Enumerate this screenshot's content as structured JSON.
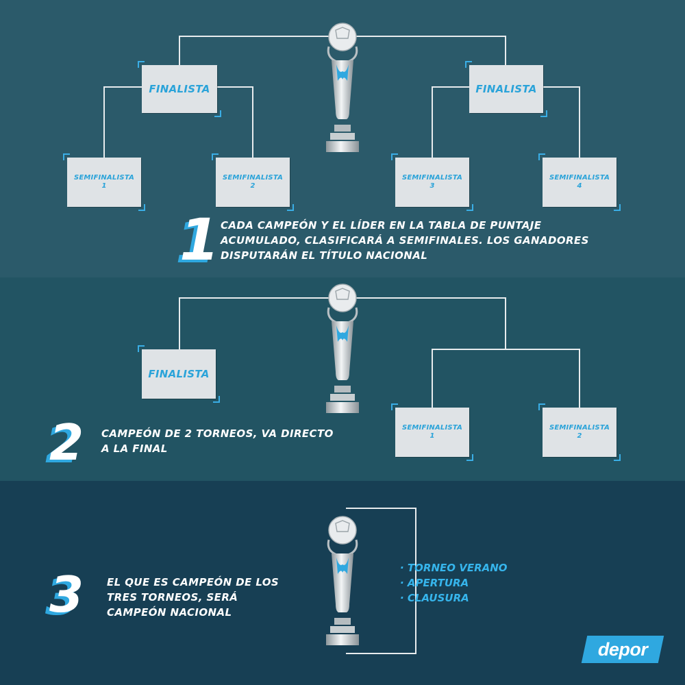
{
  "colors": {
    "bg_top": "#2b5a6a",
    "bg_middle": "#225463",
    "bg_bottom": "#173f54",
    "accent": "#2fa8e0",
    "box": "#dfe3e6",
    "line": "#e8ecee"
  },
  "section1": {
    "finalist_left": "FINALISTA",
    "finalist_right": "FINALISTA",
    "semis": [
      {
        "label": "SEMIFINALISTA",
        "number": "1"
      },
      {
        "label": "SEMIFINALISTA",
        "number": "2"
      },
      {
        "label": "SEMIFINALISTA",
        "number": "3"
      },
      {
        "label": "SEMIFINALISTA",
        "number": "4"
      }
    ],
    "step_number": "1",
    "description": [
      "CADA CAMPEÓN Y EL LÍDER EN LA TABLA DE PUNTAJE",
      "ACUMULADO, CLASIFICARÁ A SEMIFINALES. LOS GANADORES",
      "DISPUTARÁN EL TÍTULO NACIONAL"
    ]
  },
  "section2": {
    "finalist": "FINALISTA",
    "semis": [
      {
        "label": "SEMIFINALISTA",
        "number": "1"
      },
      {
        "label": "SEMIFINALISTA",
        "number": "2"
      }
    ],
    "step_number": "2",
    "description": [
      "CAMPEÓN DE 2 TORNEOS, VA DIRECTO",
      "A LA FINAL"
    ]
  },
  "section3": {
    "step_number": "3",
    "description": [
      "EL QUE ES CAMPEÓN DE LOS",
      "TRES TORNEOS, SERÁ",
      "CAMPEÓN NACIONAL"
    ],
    "tournaments": [
      "· TORNEO VERANO",
      "· APERTURA",
      "· CLAUSURA"
    ]
  },
  "icons": {
    "trophy": "trophy-icon",
    "brand_mark": "movistar-m-icon"
  },
  "brand": "depor"
}
